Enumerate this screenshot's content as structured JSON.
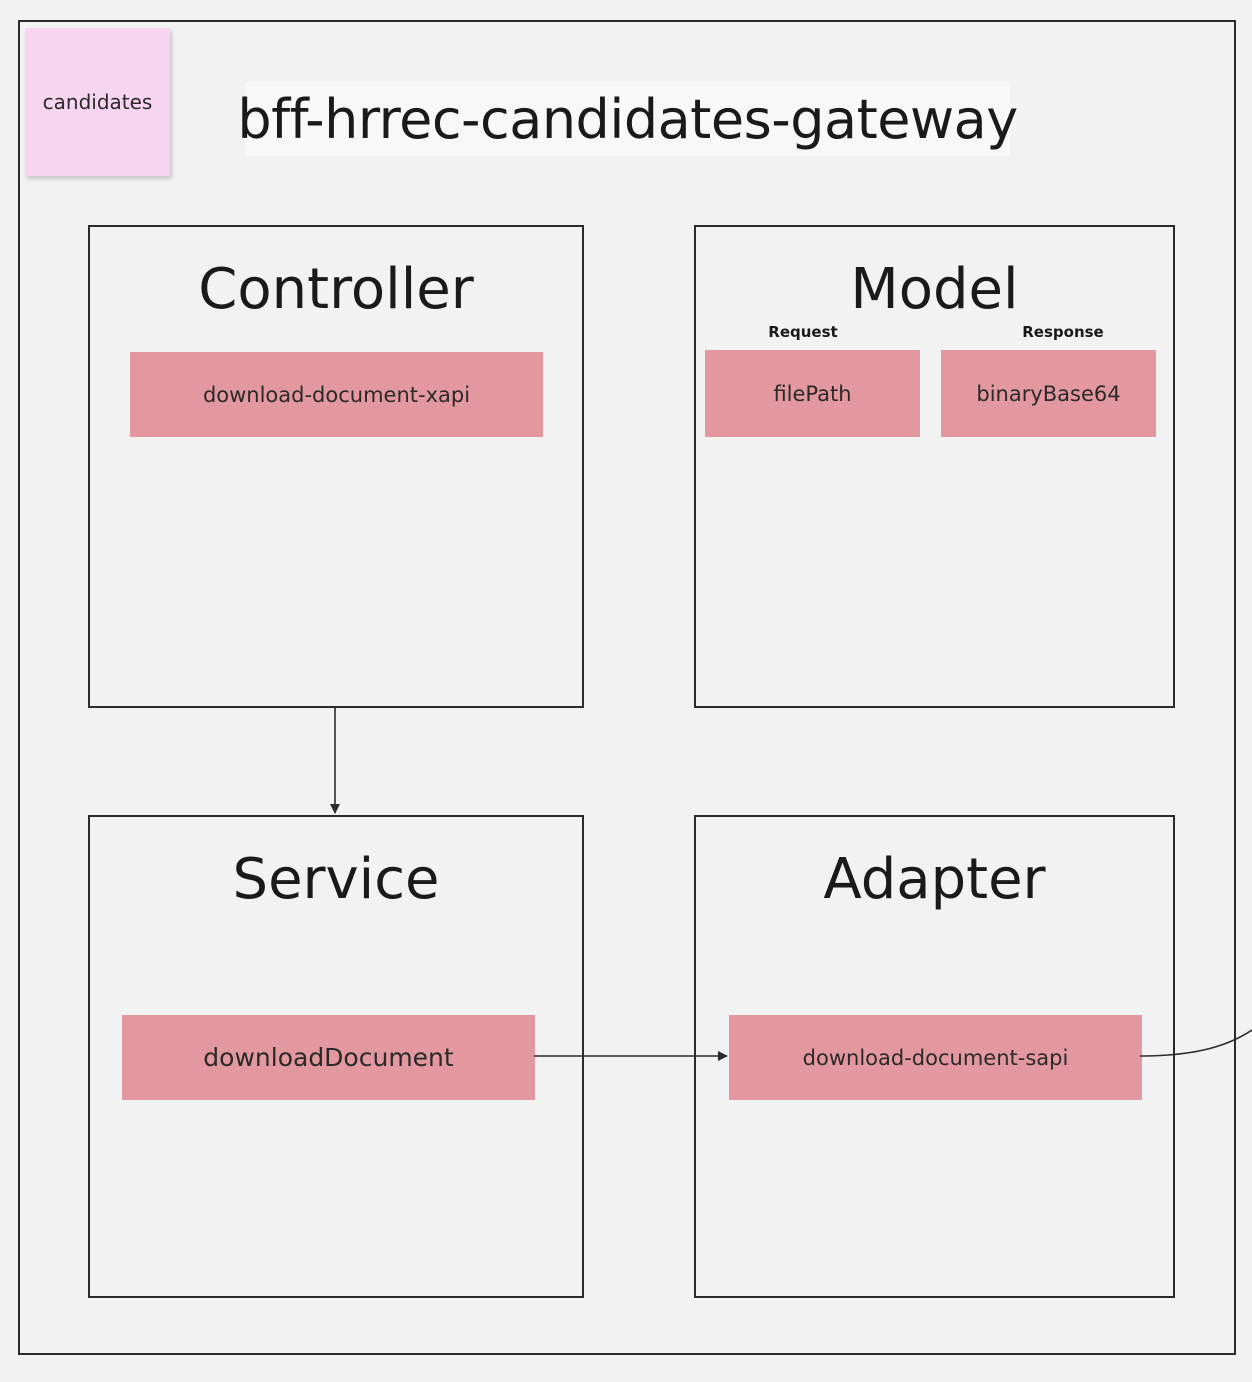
{
  "sticky_note": {
    "label": "candidates",
    "color": "#f7d4ef"
  },
  "gateway": {
    "title": "bff-hrrec-candidates-gateway"
  },
  "sections": {
    "controller": {
      "title": "Controller",
      "items": [
        "download-document-xapi"
      ]
    },
    "model": {
      "title": "Model",
      "request_label": "Request",
      "response_label": "Response",
      "request_items": [
        "filePath"
      ],
      "response_items": [
        "binaryBase64"
      ]
    },
    "service": {
      "title": "Service",
      "items": [
        "downloadDocument"
      ]
    },
    "adapter": {
      "title": "Adapter",
      "items": [
        "download-document-sapi"
      ]
    }
  },
  "connections": [
    {
      "from": "Controller",
      "to": "Service",
      "arrow": true
    },
    {
      "from": "downloadDocument",
      "to": "download-document-sapi",
      "arrow": true
    },
    {
      "from": "download-document-sapi",
      "to": "offscreen-right",
      "arrow": false
    }
  ],
  "colors": {
    "background": "#f2f2f2",
    "border": "#2b2b2b",
    "chip": "#e3979e",
    "sticky": "#f7d4ef"
  }
}
